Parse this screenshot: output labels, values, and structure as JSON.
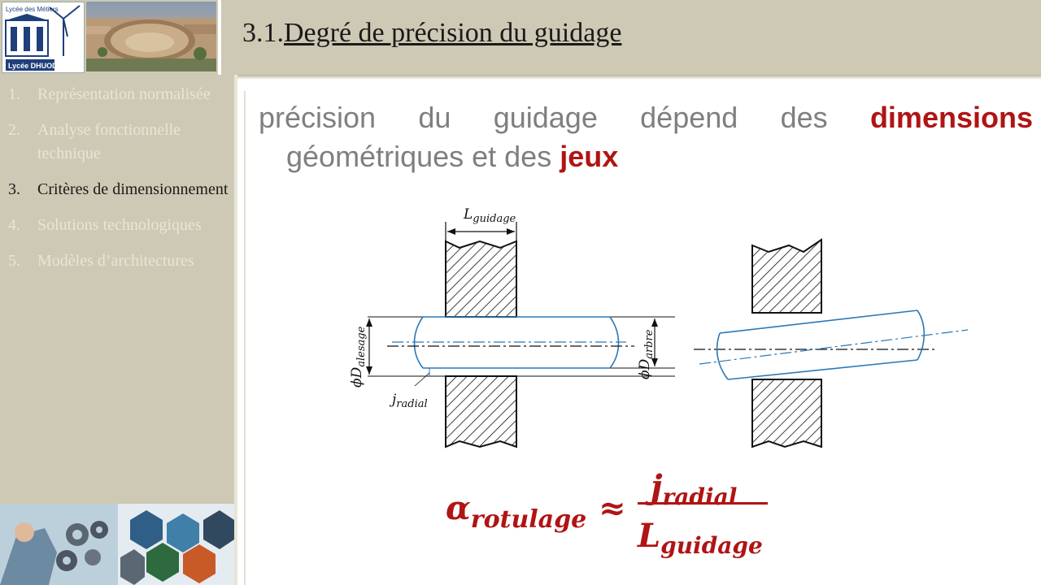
{
  "header": {
    "section_number": "3.1.",
    "title": "Degré de précision du guidage",
    "logo_line1": "Lycée des Métiers",
    "logo_line2": "Lycée DHUODA"
  },
  "sidebar": {
    "items": [
      {
        "num": "1.",
        "label": "Représentation normalisée"
      },
      {
        "num": "2.",
        "label": "Analyse fonctionnelle technique"
      },
      {
        "num": "3.",
        "label": "Critères de dimensionnement"
      },
      {
        "num": "4.",
        "label": "Solutions technologiques"
      },
      {
        "num": "5.",
        "label": "Modèles d’architectures"
      }
    ],
    "active_index": 2
  },
  "content": {
    "line1_words": [
      "précision",
      "du",
      "guidage",
      "dépend",
      "des"
    ],
    "line1_emph": "dimensions",
    "line2_text": "géométriques et des ",
    "line2_emph": "jeux"
  },
  "diagram": {
    "label_L": "L",
    "label_L_sub": "guidage",
    "label_D_alesage": "ϕD",
    "label_D_alesage_sub": "alesage",
    "label_D_arbre": "ϕD",
    "label_D_arbre_sub": "arbre",
    "label_j": "j",
    "label_j_sub": "radial"
  },
  "formula": {
    "lhs": "α",
    "lhs_sub": "rotulage",
    "approx": "≈",
    "num": "j",
    "num_sub": "radial",
    "den": "L",
    "den_sub": "guidage"
  },
  "colors": {
    "header_bg": "#cec9b4",
    "accent_red": "#b01414",
    "body_text": "#7f7f7f",
    "shaft_blue": "#2a78b8",
    "sidebar_inactive": "#e9e5d6"
  }
}
